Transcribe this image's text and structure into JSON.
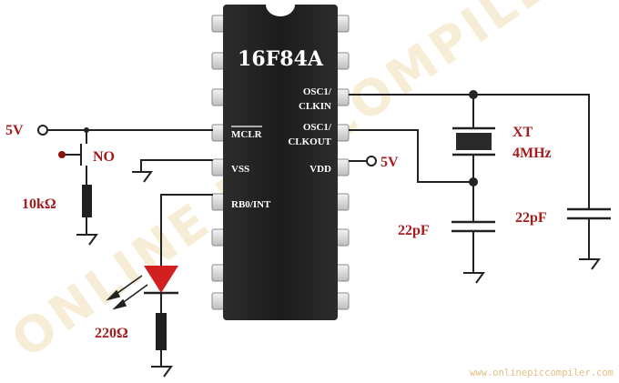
{
  "chip": {
    "name": "16F84A"
  },
  "pins": {
    "osc1_line1": "OSC1/",
    "osc1_line2": "CLKIN",
    "osc2_line1": "OSC1/",
    "osc2_line2": "CLKOUT",
    "mclr": "MCLR",
    "vss": "VSS",
    "vdd": "VDD",
    "rb0": "RB0/INT"
  },
  "labels": {
    "supply_left": "5V",
    "supply_right": "5V",
    "switch": "NO",
    "pullup_resistor": "10kΩ",
    "led_resistor": "220Ω",
    "crystal_line1": "XT",
    "crystal_line2": "4MHz",
    "cap_left": "22pF",
    "cap_right": "22pF"
  },
  "watermark": "ONLINE PIC COMPILER",
  "website": "www.onlinepiccompiler.com",
  "colors": {
    "label_red": "#a61c1c",
    "chip_body": "#252525",
    "pin_fill": "#dedede",
    "led_red": "#d21f1f",
    "watermark": "#f3e3c3"
  }
}
